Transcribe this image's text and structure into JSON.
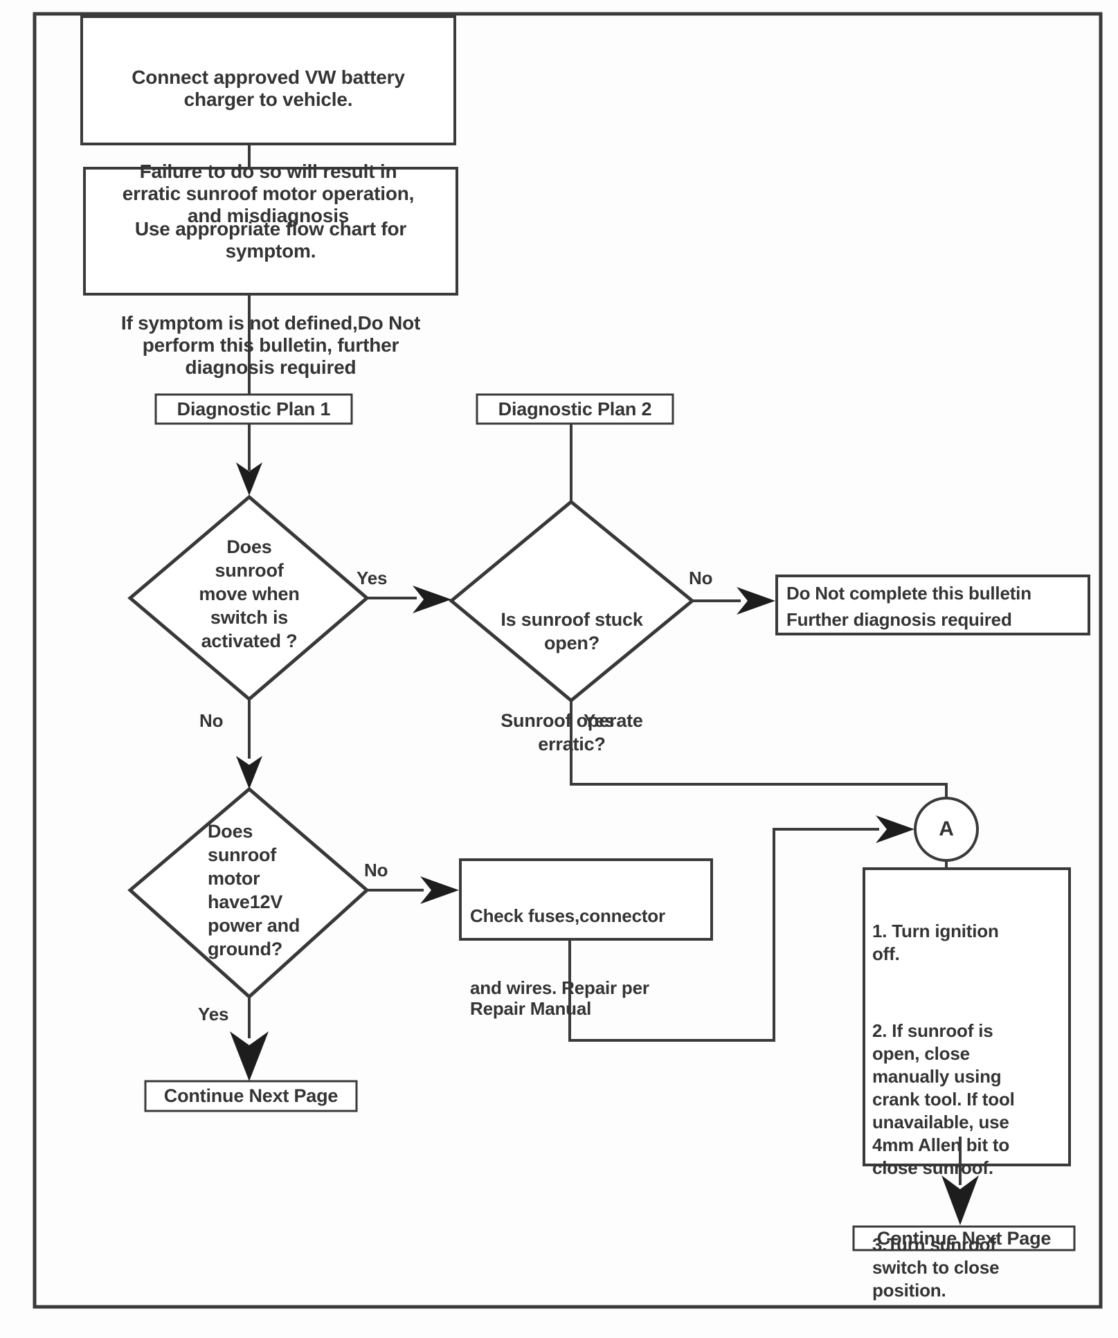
{
  "flowchart": {
    "start_box": {
      "p1": "Connect approved VW battery\ncharger to vehicle.",
      "p2": "Failure to do so will result in\nerratic sunroof motor operation,\nand misdiagnosis"
    },
    "symptom_box": {
      "p1": "Use appropriate flow chart for\nsymptom.",
      "p2": "If symptom is not defined,Do Not\nperform this bulletin, further\ndiagnosis required"
    },
    "plan1_label": "Diagnostic Plan 1",
    "plan2_label": "Diagnostic Plan 2",
    "decision_move": "Does\nsunroof\nmove when\nswitch is\nactivated ?",
    "decision_stuck": {
      "p1": "Is sunroof stuck\nopen?",
      "p2": "Sunroof operate\nerratic?"
    },
    "decision_power": "Does\nsunroof\nmotor\nhave12V\npower and\nground?",
    "do_not_box": "Do Not complete this bulletin\nFurther diagnosis required",
    "check_fuses_box": {
      "p1": "Check fuses,connector",
      "p2": "and wires. Repair per\nRepair Manual"
    },
    "steps_box": {
      "step1": "1. Turn ignition\noff.",
      "step2": "2. If sunroof is\nopen, close\nmanually using\ncrank tool. If tool\nunavailable, use\n4mm Allen bit to\nclose sunroof.",
      "step3": "3.Turn sunroof\nswitch to close\nposition."
    },
    "continue_left": "Continue Next Page",
    "continue_right": "Continue Next Page",
    "connector_a": "A",
    "labels": {
      "yes_move": "Yes",
      "no_move": "No",
      "no_stuck": "No",
      "yes_stuck": "Yes",
      "no_power": "No",
      "yes_power": "Yes"
    },
    "colors": {
      "line": "#3a3a3a",
      "text": "#343434",
      "background": "#ffffff"
    }
  }
}
